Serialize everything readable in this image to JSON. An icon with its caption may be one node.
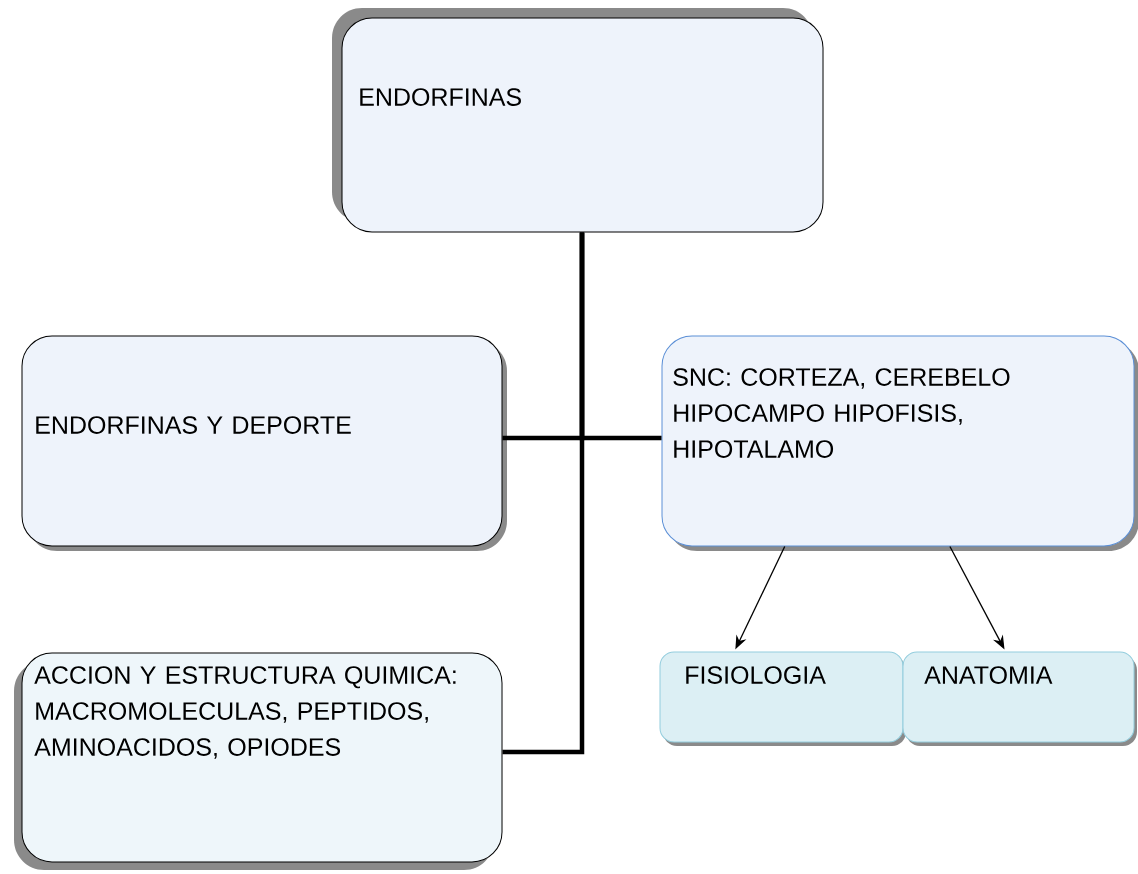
{
  "diagram": {
    "nodes": [
      {
        "text": [
          "ENDORFINAS"
        ]
      },
      {
        "text": [
          "ENDORFINAS Y DEPORTE"
        ]
      },
      {
        "text": [
          "SNC: CORTEZA, CEREBELO HIPOCAMPO HIPOFISIS, HIPOTALAMO"
        ]
      },
      {
        "text": [
          "ACCION Y ESTRUCTURA QUIMICA: MACROMOLECULAS, PEPTIDOS, AMINOACIDOS, OPIODES"
        ]
      },
      {
        "text": [
          "FISIOLOGIA"
        ]
      },
      {
        "text": [
          "ANATOMIA"
        ]
      }
    ],
    "edges": [
      {
        "from": 0,
        "to": 1,
        "arrow": "none"
      },
      {
        "from": 0,
        "to": 2,
        "arrow": "none"
      },
      {
        "from": 0,
        "to": 3,
        "arrow": "none"
      },
      {
        "from": 2,
        "to": 4,
        "arrow": "to"
      },
      {
        "from": 2,
        "to": 5,
        "arrow": "to"
      }
    ]
  }
}
